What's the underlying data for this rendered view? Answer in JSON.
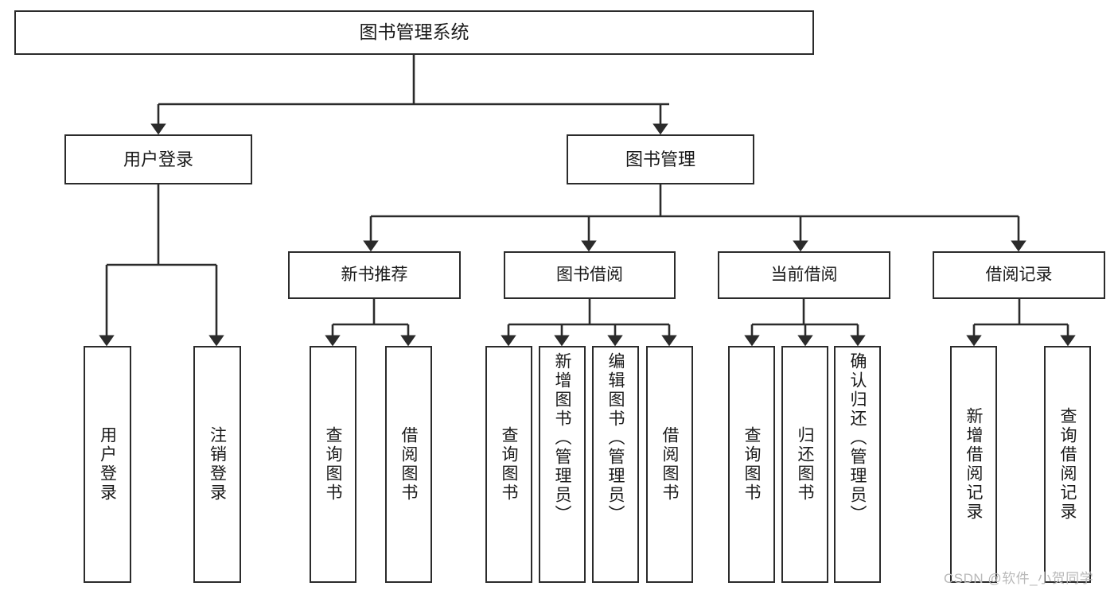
{
  "diagram": {
    "title": "图书管理系统",
    "type": "hierarchy-tree",
    "root": {
      "id": "root",
      "label": "图书管理系统"
    },
    "level2": [
      {
        "id": "user-login",
        "label": "用户登录"
      },
      {
        "id": "book-manage",
        "label": "图书管理"
      }
    ],
    "level3": [
      {
        "id": "new-book-rec",
        "label": "新书推荐"
      },
      {
        "id": "book-borrow",
        "label": "图书借阅"
      },
      {
        "id": "current-borrow",
        "label": "当前借阅"
      },
      {
        "id": "borrow-record",
        "label": "借阅记录"
      }
    ],
    "leaves": {
      "user_login": [
        {
          "id": "leaf-user-login",
          "label": "用户登录"
        },
        {
          "id": "leaf-logout-login",
          "label": "注销登录"
        }
      ],
      "new_book_rec": [
        {
          "id": "leaf-query-book-1",
          "label": "查询图书"
        },
        {
          "id": "leaf-borrow-book-1",
          "label": "借阅图书"
        }
      ],
      "book_borrow": [
        {
          "id": "leaf-query-book-2",
          "label": "查询图书"
        },
        {
          "id": "leaf-add-book",
          "label": "新增图书（管理员）"
        },
        {
          "id": "leaf-edit-book",
          "label": "编辑图书（管理员）"
        },
        {
          "id": "leaf-borrow-book-2",
          "label": "借阅图书"
        }
      ],
      "current_borrow": [
        {
          "id": "leaf-query-book-3",
          "label": "查询图书"
        },
        {
          "id": "leaf-return-book",
          "label": "归还图书"
        },
        {
          "id": "leaf-confirm-return",
          "label": "确认归还（管理员）"
        }
      ],
      "borrow_record": [
        {
          "id": "leaf-add-record",
          "label": "新增借阅记录"
        },
        {
          "id": "leaf-query-record",
          "label": "查询借阅记录"
        }
      ]
    }
  },
  "watermark": {
    "text": "CSDN @软件_小贺同学"
  },
  "colors": {
    "box_border": "#2b2b2b",
    "box_fill": "#ffffff",
    "connector": "#2b2b2b",
    "text": "#1a1a1a",
    "watermark": "#b9b9b9",
    "background": "#ffffff"
  }
}
